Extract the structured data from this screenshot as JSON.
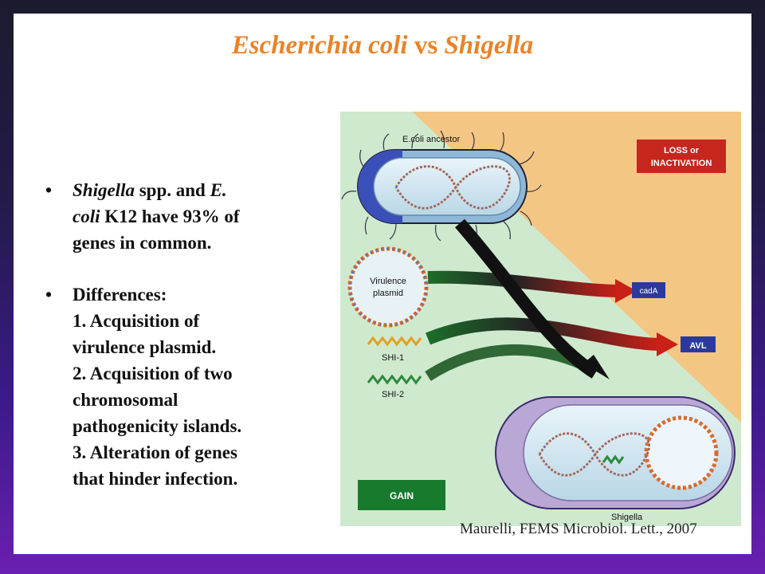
{
  "title": {
    "part1": "Escherichia coli",
    "part2": " vs ",
    "part3": "Shigella"
  },
  "bullets": [
    {
      "marker": "•",
      "lines": [
        {
          "seg": [
            {
              "t": "Shigella",
              "i": true
            },
            {
              "t": " spp. and "
            },
            {
              "t": "E.",
              "i": true
            }
          ]
        },
        {
          "seg": [
            {
              "t": "coli",
              "i": true
            },
            {
              "t": " K12 have 93% of"
            }
          ]
        },
        {
          "seg": [
            {
              "t": "genes in common."
            }
          ]
        }
      ]
    },
    {
      "marker": "•",
      "lines": [
        {
          "seg": [
            {
              "t": "Differences:"
            }
          ]
        },
        {
          "seg": [
            {
              "t": "1. Acquisition of"
            }
          ]
        },
        {
          "seg": [
            {
              "t": "virulence plasmid."
            }
          ]
        },
        {
          "seg": [
            {
              "t": "2. Acquisition of two"
            }
          ]
        },
        {
          "seg": [
            {
              "t": "chromosomal"
            }
          ]
        },
        {
          "seg": [
            {
              "t": "pathogenicity islands."
            }
          ]
        },
        {
          "seg": [
            {
              "t": "3. Alteration of genes"
            }
          ]
        },
        {
          "seg": [
            {
              "t": "that hinder infection."
            }
          ]
        }
      ]
    }
  ],
  "figure": {
    "ancestor_label": "E.coli ancestor",
    "loss_label_1": "LOSS or",
    "loss_label_2": "INACTIVATION",
    "plasmid_label_1": "Virulence",
    "plasmid_label_2": "plasmid",
    "shi1_label": "SHI-1",
    "shi2_label": "SHI-2",
    "cada_label": "cadA",
    "avl_label": "AVL",
    "gain_label": "GAIN",
    "shigella_label": "Shigella",
    "colors": {
      "loss_bg": "#f4c684",
      "gain_bg": "#cfe9cf",
      "loss_box": "#c7261e",
      "gain_box": "#187a2c",
      "target_box": "#2b3a9a"
    }
  },
  "citation": "Maurelli, FEMS Microbiol. Lett., 2007"
}
